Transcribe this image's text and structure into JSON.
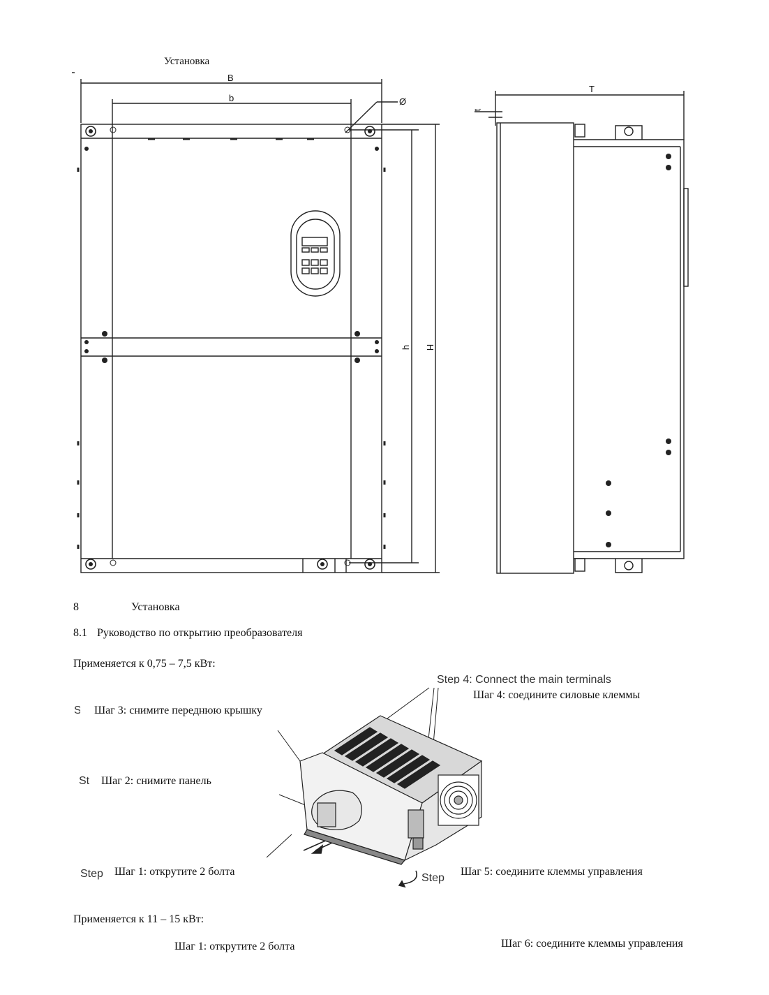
{
  "header": {
    "text": "Установка"
  },
  "drawing": {
    "dim_B": "B",
    "dim_b": "b",
    "dim_phi": "Ø",
    "dim_h": "h",
    "dim_H": "H",
    "dim_T": "T",
    "dim_t": "t"
  },
  "section": {
    "number": "8",
    "title": "Установка",
    "sub_number": "8.1",
    "sub_title": "Руководство по открытию преобразователя"
  },
  "applies_small": "Применяется к 0,75 – 7,5 кВт:",
  "figure": {
    "overlay_en_step4": "Step 4: Connect the main terminals",
    "overlay_s": "S",
    "overlay_st": "St",
    "overlay_step_left": "Step",
    "overlay_step_right": "Step",
    "step4": "Шаг 4: соедините силовые клеммы",
    "step3": "Шаг 3: снимите переднюю крышку",
    "step2": "Шаг 2: снимите панель",
    "step1": "Шаг 1: открутите 2 болта",
    "step5": "Шаг 5: соедините клеммы управления"
  },
  "applies_large": "Применяется к 11 – 15 кВт:",
  "large": {
    "step1": "Шаг 1: открутите 2 болта",
    "step6": "Шаг 6: соедините клеммы управления"
  }
}
